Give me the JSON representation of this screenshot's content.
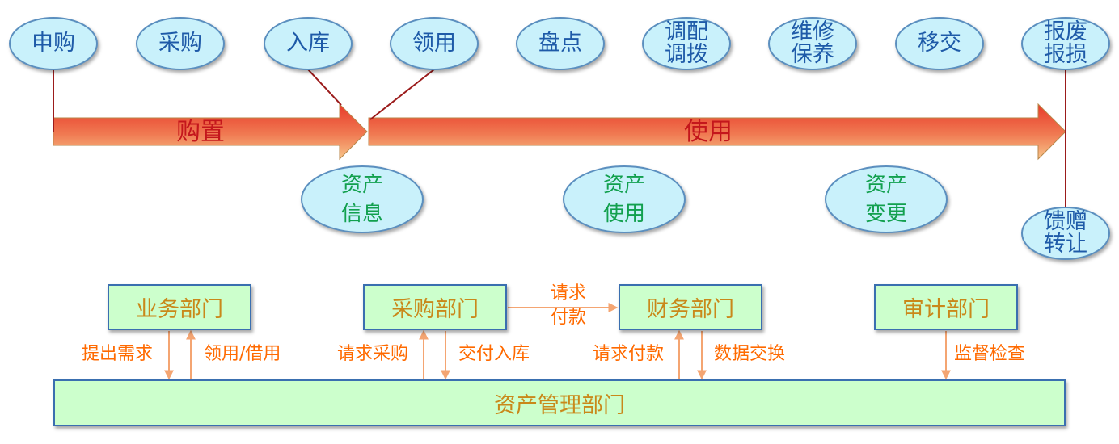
{
  "lifecycle": {
    "stages": [
      {
        "id": "shengou",
        "label": "申购"
      },
      {
        "id": "caigou",
        "label": "采购"
      },
      {
        "id": "ruku",
        "label": "入库"
      },
      {
        "id": "lingyong",
        "label": "领用"
      },
      {
        "id": "pandian",
        "label": "盘点"
      },
      {
        "id": "diaopei",
        "label": "调配\n调拨"
      },
      {
        "id": "weixiu",
        "label": "维修\n保养"
      },
      {
        "id": "yijiao",
        "label": "移交"
      },
      {
        "id": "baofei",
        "label": "报废\n报损"
      }
    ],
    "phases": {
      "purchase": "购置",
      "use": "使用"
    },
    "info_nodes": [
      {
        "id": "info",
        "label": "资产\n信息"
      },
      {
        "id": "usage",
        "label": "资产\n使用"
      },
      {
        "id": "change",
        "label": "资产\n变更"
      }
    ],
    "gift_node": "馈赠\n转让"
  },
  "org": {
    "departments": {
      "business": "业务部门",
      "purchasing": "采购部门",
      "finance": "财务部门",
      "audit": "审计部门",
      "asset_mgmt": "资产管理部门"
    },
    "flows": {
      "request_payment_top": "请求\n付款",
      "raise_demand": "提出需求",
      "borrow": "领用/借用",
      "request_purchase": "请求采购",
      "deliver_stock": "交付入库",
      "request_payment": "请求付款",
      "data_exchange": "数据交换",
      "supervise": "监督检查"
    }
  },
  "colors": {
    "stage_text": "#1e5aa8",
    "info_text": "#12a04e",
    "phase_text": "#c4161c",
    "dept_text": "#c9881a",
    "flow_text": "#ff6a00",
    "connector": "#9b1b1b",
    "flow_arrow": "#f4a572"
  }
}
